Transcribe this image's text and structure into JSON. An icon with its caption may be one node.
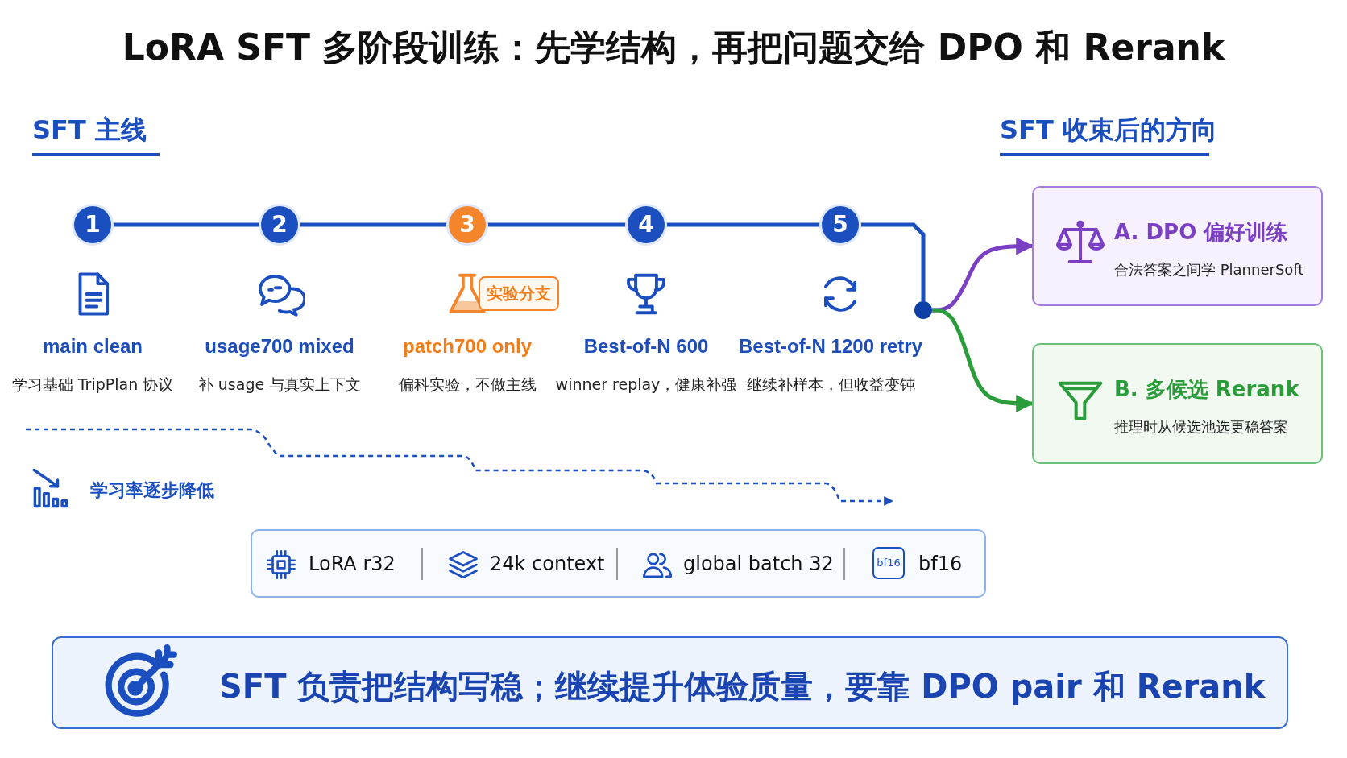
{
  "diagram": {
    "title": "LoRA SFT 多阶段训练：先学结构，再把问题交给 DPO 和 Rerank",
    "nodes": [
      {
        "text": [
          "1"
        ],
        "beside": [
          "main clean",
          "学习基础 TripPlan 协议"
        ]
      },
      {
        "text": [
          "2"
        ],
        "beside": [
          "usage700 mixed",
          "补 usage 与真实上下文"
        ]
      },
      {
        "text": [
          "3"
        ],
        "beside": [
          "patch700 only",
          "偏科实验，不做主线",
          "实验分支"
        ]
      },
      {
        "text": [
          "4"
        ],
        "beside": [
          "Best-of-N 600",
          "winner replay，健康补强"
        ]
      },
      {
        "text": [
          "5"
        ],
        "beside": [
          "Best-of-N 1200 retry",
          "继续补样本，但收益变钝"
        ]
      },
      {
        "text": [],
        "shape": "circle"
      },
      {
        "text": [
          "A. DPO 偏好训练",
          "合法答案之间学 PlannerSoft"
        ]
      },
      {
        "text": [
          "B. 多候选 Rerank",
          "推理时从候选池选更稳答案"
        ]
      }
    ],
    "edges": [
      {
        "from": 0,
        "to": 1,
        "arrow": "none"
      },
      {
        "from": 1,
        "to": 2,
        "arrow": "none"
      },
      {
        "from": 2,
        "to": 3,
        "arrow": "none"
      },
      {
        "from": 3,
        "to": 4,
        "arrow": "none"
      },
      {
        "from": 4,
        "to": 5,
        "arrow": "none"
      },
      {
        "from": 5,
        "to": 6,
        "arrow": "to",
        "color": "#7b3fc4"
      },
      {
        "from": 5,
        "to": 7,
        "arrow": "to",
        "color": "#2a9d3a"
      }
    ],
    "labels": [
      "SFT 主线",
      "SFT 收束后的方向",
      "学习率逐步降低",
      "LoRA r32",
      "24k context",
      "global batch 32",
      "bf16",
      "bf16",
      "SFT 负责把结构写稳；继续提升体验质量，要靠 DPO pair 和 Rerank"
    ]
  }
}
